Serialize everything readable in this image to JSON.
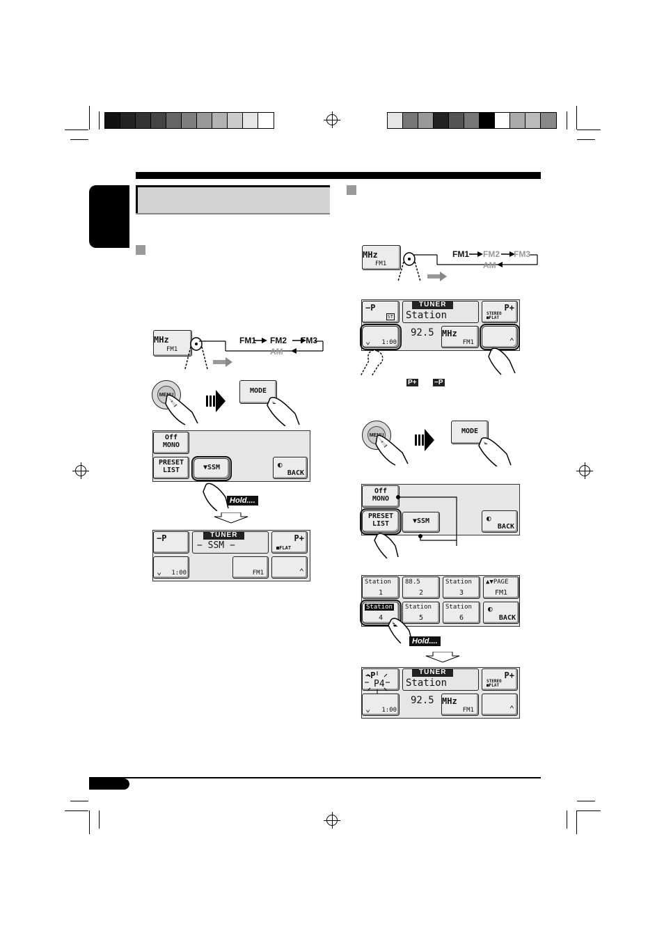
{
  "colors": {
    "top_left_bar": [
      "#111111",
      "#222222",
      "#333333",
      "#444444",
      "#666666",
      "#7f7f7f",
      "#999999",
      "#b2b2b2",
      "#cccccc",
      "#e5e5e5",
      "#ffffff"
    ],
    "top_right_bar": [
      "#e5e5e5",
      "#777777",
      "#999999",
      "#222222",
      "#555555",
      "#777777",
      "#000000",
      "#ffffff",
      "#aaaaaa",
      "#bbbbbb",
      "#888888"
    ]
  },
  "step1": {
    "mhz_label": "MHz",
    "fm1_label": "FM1",
    "chain": {
      "fm1": "FM1",
      "fm2": "FM2",
      "fm3": "FM3",
      "am": "AM"
    },
    "menu_label": "MENU",
    "mode_label": "MODE",
    "panel": {
      "off": "Off",
      "mono": "MONO",
      "preset": "PRESET",
      "list": "LIST",
      "ssm": "▼SSM",
      "back": "BACK"
    },
    "hold": "Hold....",
    "result": {
      "minus_p": "−P",
      "plus_p": "P+",
      "tuner": "TUNER",
      "ssm": "− SSM −",
      "flat": "■FLAT",
      "time": "1:00",
      "fm1": "FM1"
    }
  },
  "step2": {
    "mhz_label": "MHz",
    "fm1_label": "FM1",
    "chain": {
      "fm1": "FM1",
      "fm2": "FM2",
      "fm3": "FM3",
      "am": "AM"
    },
    "tuner": {
      "minus_p": "−P",
      "plus_p": "P+",
      "st": "ST",
      "tuner": "TUNER",
      "station": "Station",
      "freq": "92.5",
      "mhz": "MHz",
      "time": "1:00",
      "fm1": "FM1",
      "stereo": "STEREO",
      "flat": "■FLAT"
    },
    "note_p_plus": "P+",
    "note_minus_p": "−P",
    "menu_label": "MENU",
    "mode_label": "MODE",
    "panel": {
      "off": "Off",
      "mono": "MONO",
      "preset": "PRESET",
      "list": "LIST",
      "ssm": "▼SSM",
      "back": "BACK"
    },
    "preset_list": [
      {
        "top": "Station",
        "num": "1"
      },
      {
        "top": "88.5",
        "num": "2"
      },
      {
        "top": "Station",
        "num": "3"
      },
      {
        "top": "▲▼PAGE",
        "num": "FM1"
      },
      {
        "top": "Station",
        "num": "4"
      },
      {
        "top": "Station",
        "num": "5"
      },
      {
        "top": "Station",
        "num": "6"
      },
      {
        "top": "BACK",
        "num": ""
      }
    ],
    "hold": "Hold....",
    "result": {
      "minus_p": "−P",
      "plus_p": "P+",
      "p4": "P4",
      "tuner": "TUNER",
      "station": "Station",
      "freq": "92.5",
      "mhz": "MHz",
      "time": "1:00",
      "fm1": "FM1",
      "stereo": "STEREO",
      "flat": "■FLAT"
    }
  }
}
